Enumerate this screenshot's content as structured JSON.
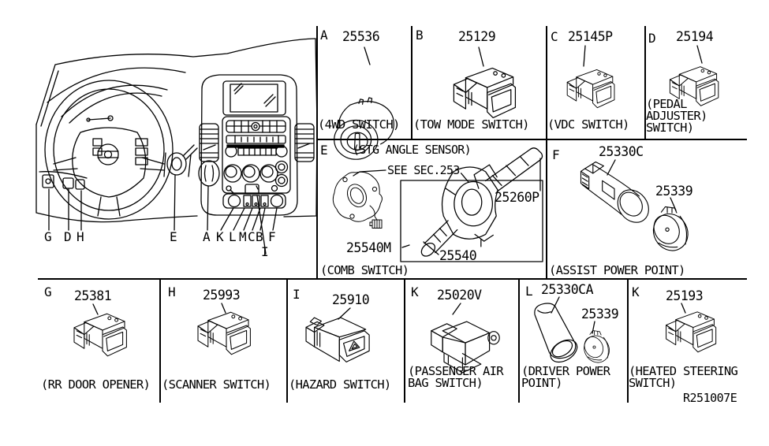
{
  "figure_code": "R251007E",
  "colors": {
    "line": "#000000",
    "background": "#ffffff"
  },
  "callouts": [
    "G",
    "D",
    "H",
    "E",
    "A",
    "K",
    "L",
    "M",
    "C",
    "B",
    "F",
    "I"
  ],
  "sections": {
    "A": {
      "letter": "A",
      "num1": "25536",
      "cap1": "(4WD SWITCH)"
    },
    "B": {
      "letter": "B",
      "num1": "25129",
      "cap1": "(TOW MODE SWITCH)"
    },
    "C": {
      "letter": "C",
      "num1": "25145P",
      "cap1": "(VDC SWITCH)"
    },
    "D": {
      "letter": "D",
      "num1": "25194",
      "cap1": "(PEDAL",
      "cap2": "ADJUSTER)",
      "cap3": "SWITCH)"
    },
    "E": {
      "letter": "E",
      "heading": "(STG ANGLE SENSOR)",
      "note": "SEE SEC.253",
      "num1": "25260P",
      "num2": "25540M",
      "num3": "25540",
      "cap1": "(COMB SWITCH)"
    },
    "F": {
      "letter": "F",
      "num1": "25330C",
      "num2": "25339",
      "cap1": "(ASSIST POWER POINT)"
    },
    "G": {
      "letter": "G",
      "num1": "25381",
      "cap1": "(RR DOOR OPENER)"
    },
    "H": {
      "letter": "H",
      "num1": "25993",
      "cap1": "(SCANNER SWITCH)"
    },
    "I": {
      "letter": "I",
      "num1": "25910",
      "cap1": "(HAZARD SWITCH)"
    },
    "K1": {
      "letter": "K",
      "num1": "25020V",
      "cap1": "(PASSENGER AIR",
      "cap2": "BAG SWITCH)"
    },
    "L": {
      "letter": "L",
      "num1": "25330CA",
      "num2": "25339",
      "cap1": "(DRIVER POWER",
      "cap2": "POINT)"
    },
    "K2": {
      "letter": "K",
      "num1": "25193",
      "cap1": "(HEATED STEERING",
      "cap2": "SWITCH)"
    }
  }
}
